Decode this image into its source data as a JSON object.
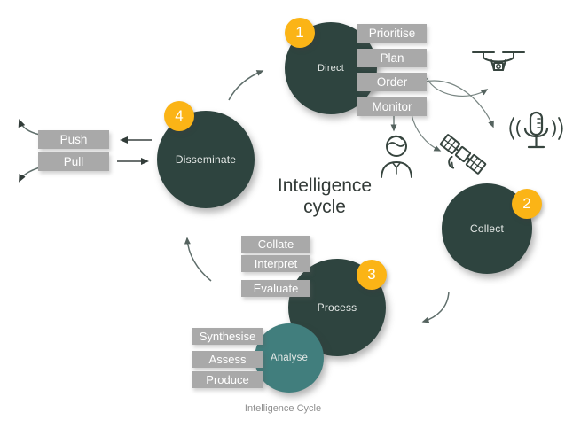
{
  "title": {
    "line1": "Intelligence",
    "line2": "cycle"
  },
  "caption": "Intelligence Cycle",
  "direct": {
    "name": "Direct",
    "number": "1",
    "labels": [
      "Prioritise",
      "Plan",
      "Order",
      "Monitor"
    ]
  },
  "collect": {
    "name": "Collect",
    "number": "2"
  },
  "process": {
    "name": "Process",
    "number": "3",
    "labels": [
      "Collate",
      "Interpret",
      "Evaluate"
    ]
  },
  "analyse": {
    "name": "Analyse",
    "labels": [
      "Synthesise",
      "Assess",
      "Produce"
    ]
  },
  "disseminate": {
    "name": "Disseminate",
    "number": "4",
    "labels": [
      "Push",
      "Pull"
    ]
  },
  "icons": {
    "drone": "drone-icon",
    "microphone": "microphone-icon",
    "satellite": "satellite-icon",
    "person": "person-icon"
  },
  "colors": {
    "stage_dark": "#2e443f",
    "analyse_teal": "#417e7d",
    "badge_orange": "#FBB416",
    "tag_gray": "#a9a9a9",
    "arrow_gray": "#5f6e6b",
    "title_text": "#333b38",
    "caption_text": "#8f8f8f"
  }
}
